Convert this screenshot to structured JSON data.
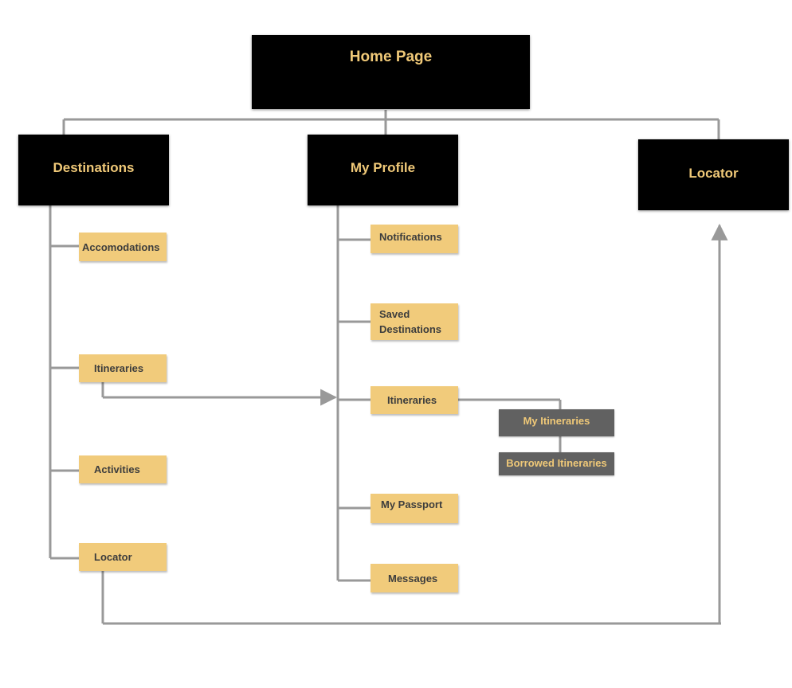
{
  "top": {
    "home_page": "Home Page"
  },
  "sections": {
    "destinations": "Destinations",
    "my_profile": "My Profile",
    "locator": "Locator"
  },
  "destinations_children": {
    "accomodations": "Accomodations",
    "itineraries": "Itineraries",
    "activities": "Activities",
    "locator": "Locator"
  },
  "profile_children": {
    "notifications": "Notifications",
    "saved_destinations_line1": "Saved",
    "saved_destinations_line2": "Destinations",
    "itineraries": "Itineraries",
    "my_passport": "My Passport",
    "messages": "Messages"
  },
  "itinerary_children": {
    "my_itineraries": "My Itineraries",
    "borrowed_itineraries": "Borrowed Itineraries"
  },
  "colors": {
    "primary_box": "#000000",
    "primary_text": "#f0c978",
    "child_box": "#f1cb7b",
    "child_text": "#3d3d3d",
    "sub_box": "#616161",
    "connector": "#999999"
  }
}
